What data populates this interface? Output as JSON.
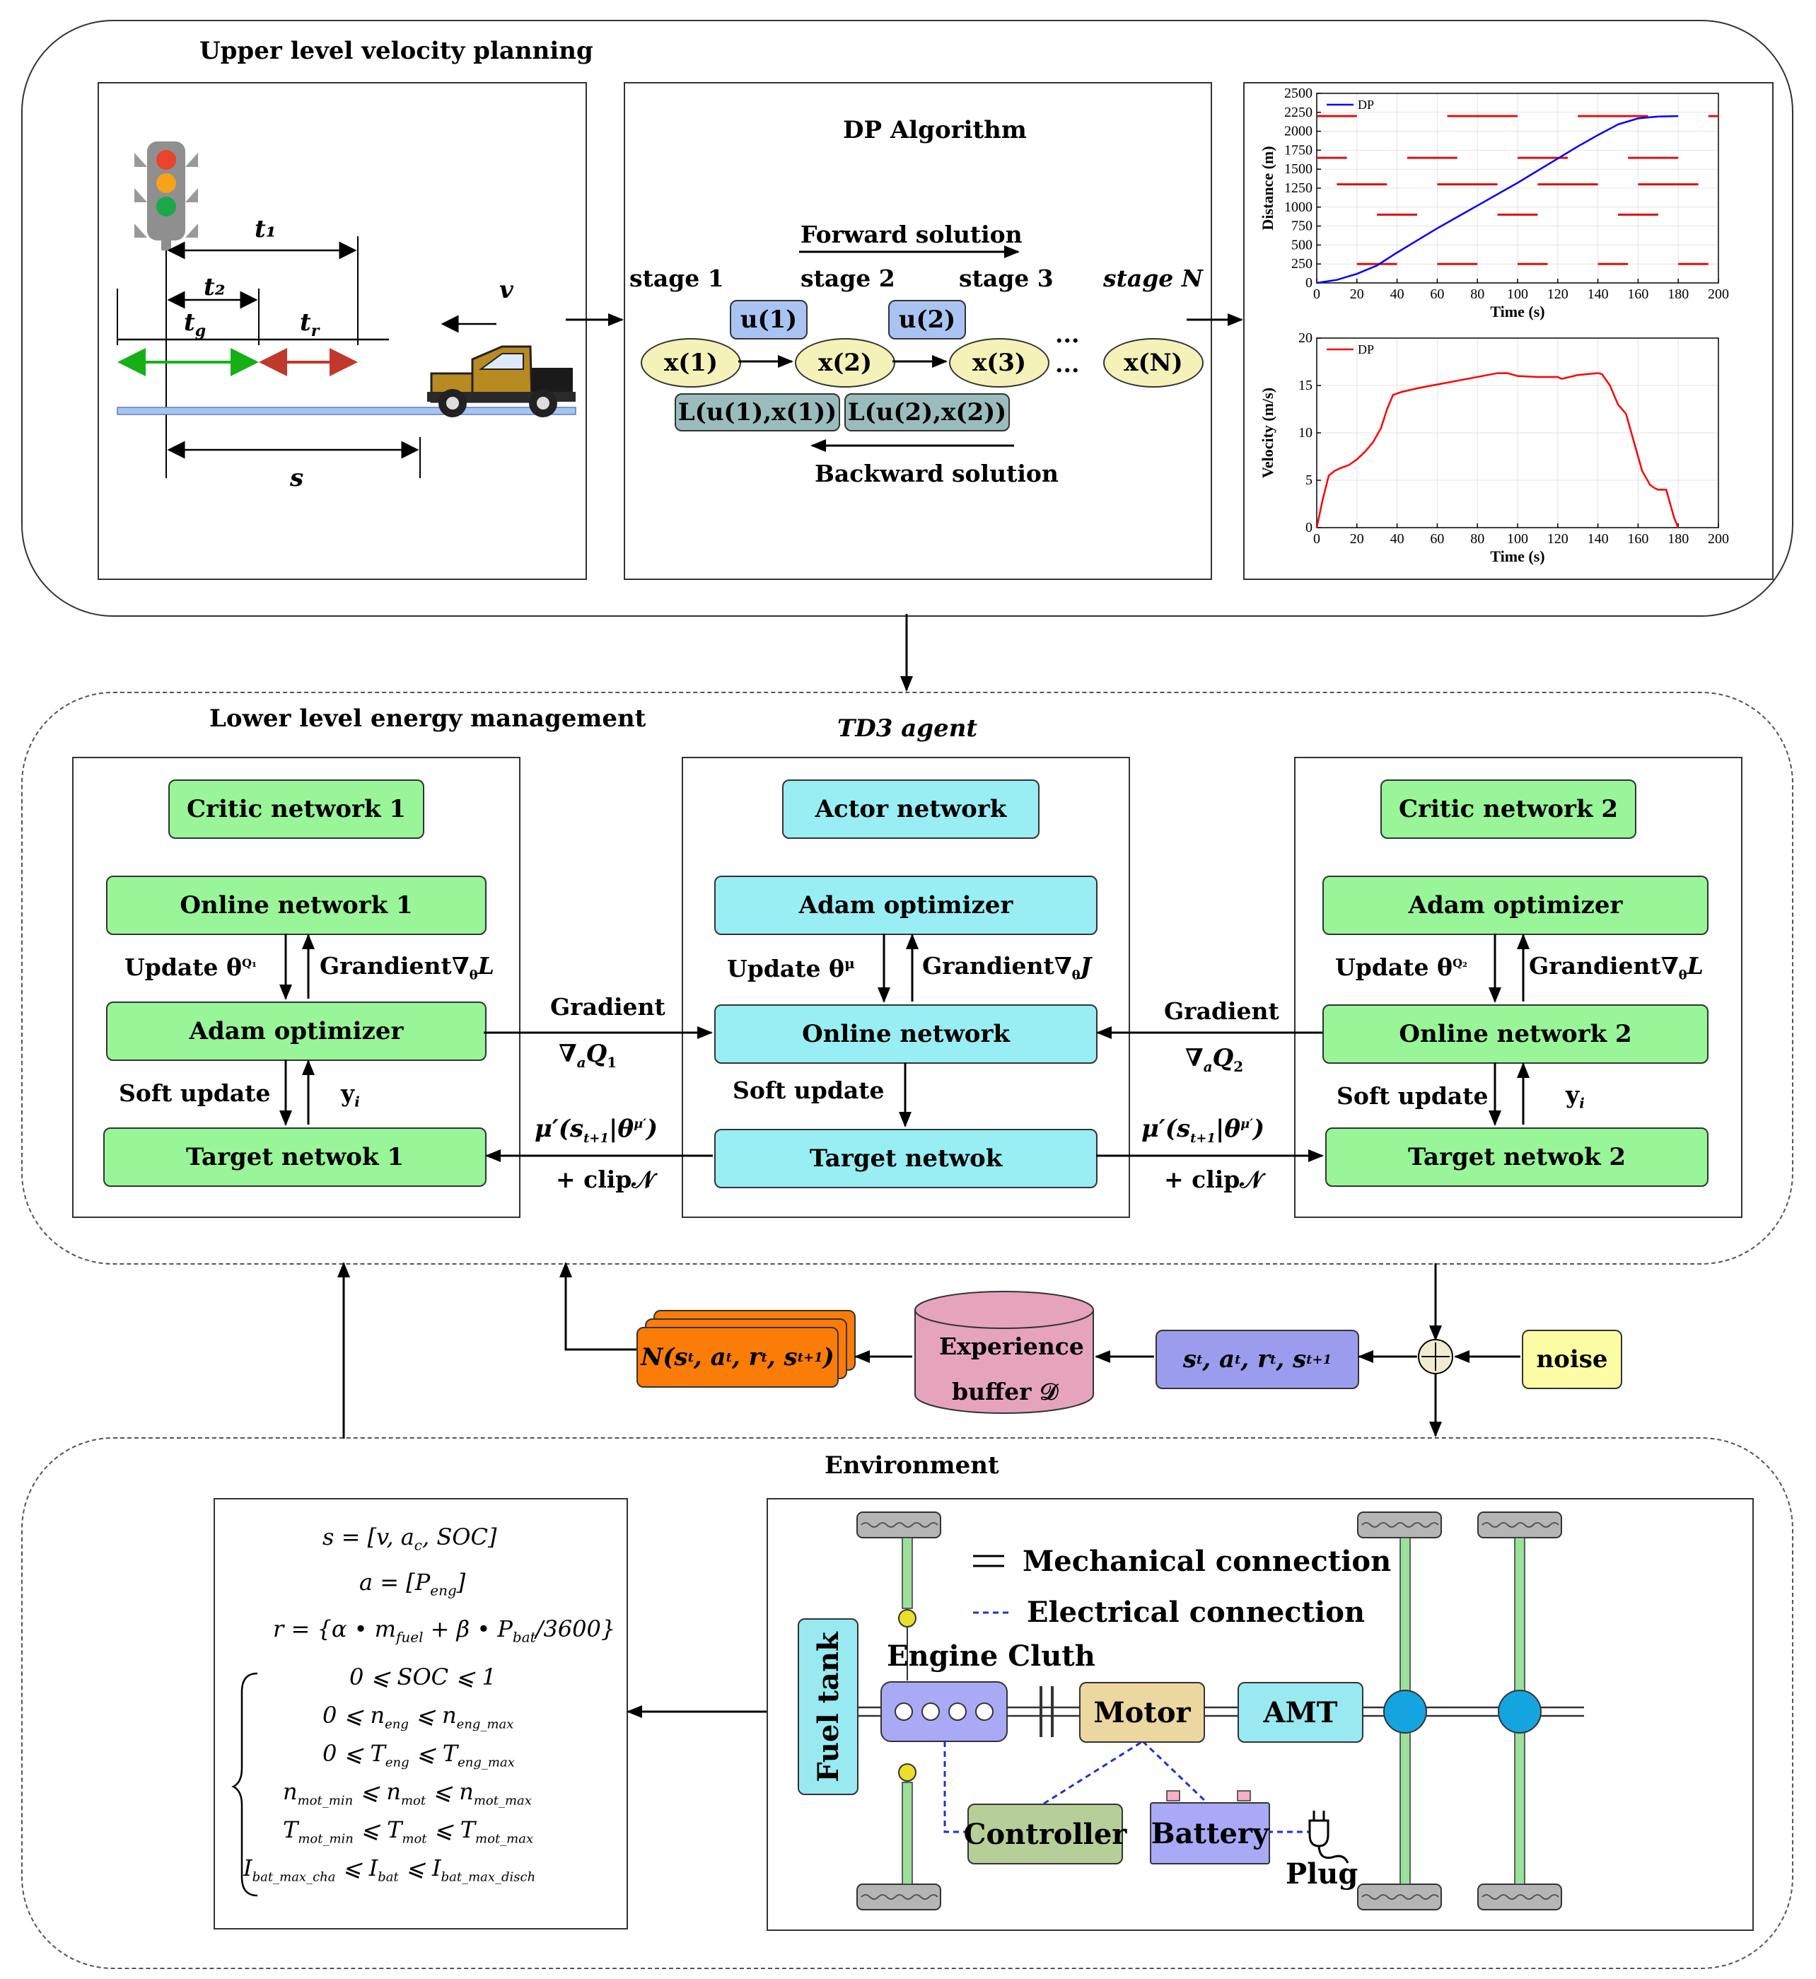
{
  "upper": {
    "title": "Upper level velocity planning",
    "scene": {
      "t1": "t₁",
      "t2": "t₂",
      "tg": "t",
      "tg_sub": "g",
      "tr": "t",
      "tr_sub": "r",
      "v": "v",
      "s": "s"
    },
    "dp": {
      "title": "DP Algorithm",
      "forward": "Forward solution",
      "backward": "Backward solution",
      "stages": [
        "stage 1",
        "stage 2",
        "stage 3",
        "stage N"
      ],
      "controls": [
        "u(1)",
        "u(2)"
      ],
      "states": [
        "x(1)",
        "x(2)",
        "x(3)",
        "x(N)"
      ],
      "costs": [
        "L(u(1),x(1))",
        "L(u(2),x(2))"
      ],
      "ellipsis": "···"
    }
  },
  "chart_data": [
    {
      "type": "line",
      "series": [
        {
          "name": "DP",
          "color": "#0000ff",
          "x": [
            0,
            10,
            20,
            30,
            40,
            50,
            60,
            70,
            80,
            90,
            100,
            110,
            120,
            130,
            140,
            150,
            160,
            170,
            180
          ],
          "y": [
            0,
            40,
            120,
            230,
            400,
            560,
            720,
            870,
            1020,
            1170,
            1320,
            1480,
            1640,
            1800,
            1950,
            2090,
            2170,
            2195,
            2200
          ]
        }
      ],
      "xlabel": "Time (s)",
      "ylabel": "Distance (m)",
      "xlim": [
        0,
        200
      ],
      "ylim": [
        0,
        2500
      ],
      "xticks": [
        0,
        20,
        40,
        60,
        80,
        100,
        120,
        140,
        160,
        180,
        200
      ],
      "yticks": [
        0,
        250,
        500,
        750,
        1000,
        1250,
        1500,
        1750,
        2000,
        2250,
        2500
      ],
      "red_segments": [
        {
          "y": 2200,
          "x": [
            0,
            20
          ]
        },
        {
          "y": 2200,
          "x": [
            65,
            100
          ]
        },
        {
          "y": 2200,
          "x": [
            130,
            165
          ]
        },
        {
          "y": 2200,
          "x": [
            195,
            200
          ]
        },
        {
          "y": 1650,
          "x": [
            0,
            15
          ]
        },
        {
          "y": 1650,
          "x": [
            45,
            70
          ]
        },
        {
          "y": 1650,
          "x": [
            100,
            125
          ]
        },
        {
          "y": 1650,
          "x": [
            155,
            180
          ]
        },
        {
          "y": 1300,
          "x": [
            10,
            35
          ]
        },
        {
          "y": 1300,
          "x": [
            60,
            90
          ]
        },
        {
          "y": 1300,
          "x": [
            110,
            140
          ]
        },
        {
          "y": 1300,
          "x": [
            160,
            190
          ]
        },
        {
          "y": 900,
          "x": [
            30,
            50
          ]
        },
        {
          "y": 900,
          "x": [
            90,
            110
          ]
        },
        {
          "y": 900,
          "x": [
            150,
            170
          ]
        },
        {
          "y": 250,
          "x": [
            20,
            40
          ]
        },
        {
          "y": 250,
          "x": [
            60,
            80
          ]
        },
        {
          "y": 250,
          "x": [
            100,
            115
          ]
        },
        {
          "y": 250,
          "x": [
            140,
            155
          ]
        },
        {
          "y": 250,
          "x": [
            180,
            195
          ]
        }
      ]
    },
    {
      "type": "line",
      "series": [
        {
          "name": "DP",
          "color": "#ff0000",
          "x": [
            0,
            3,
            6,
            9,
            12,
            16,
            20,
            24,
            28,
            32,
            35,
            38,
            42,
            50,
            60,
            70,
            80,
            90,
            95,
            100,
            110,
            120,
            122,
            130,
            135,
            140,
            142,
            146,
            150,
            154,
            158,
            162,
            166,
            168,
            170,
            174,
            176,
            178,
            180
          ],
          "y": [
            0,
            3,
            5.5,
            6,
            6.3,
            6.6,
            7.2,
            8,
            9,
            10.5,
            12.5,
            14,
            14.3,
            14.7,
            15.1,
            15.5,
            15.9,
            16.3,
            16.3,
            16.0,
            15.9,
            15.9,
            15.7,
            16.1,
            16.2,
            16.3,
            16.2,
            15,
            13,
            12,
            9,
            6,
            4.5,
            4.2,
            4.0,
            4.0,
            2.5,
            1,
            0
          ]
        }
      ],
      "xlabel": "Time (s)",
      "ylabel": "Velocity (m/s)",
      "xlim": [
        0,
        200
      ],
      "ylim": [
        0,
        20
      ],
      "xticks": [
        0,
        20,
        40,
        60,
        80,
        100,
        120,
        140,
        160,
        180,
        200
      ],
      "yticks": [
        0,
        5,
        10,
        15,
        20
      ]
    }
  ],
  "lower": {
    "title": "Lower level energy management",
    "agent": "TD3 agent",
    "critic1": {
      "title": "Critic network 1",
      "online": "Online network 1",
      "adam": "Adam optimizer",
      "target": "Target netwok 1",
      "update": "Update θ",
      "update_sup": "Q₁",
      "grad": "Grandient∇",
      "grad_sub": "θ",
      "grad_end": "L",
      "soft": "Soft update",
      "y": "y"
    },
    "actor": {
      "title": "Actor network",
      "adam": "Adam optimizer",
      "online": "Online network",
      "target": "Target netwok",
      "update": "Update θ",
      "update_sup": "μ",
      "grad": "Grandient∇",
      "grad_sub": "θ",
      "grad_end": "J",
      "soft": "Soft update"
    },
    "critic2": {
      "title": "Critic network 2",
      "adam": "Adam optimizer",
      "online": "Online network 2",
      "target": "Target netwok 2",
      "update": "Update θ",
      "update_sup": "Q₂",
      "grad": "Grandient∇",
      "grad_sub": "θ",
      "grad_end": "L",
      "soft": "Soft update",
      "y": "y"
    },
    "gradient_left": {
      "label": "Gradient",
      "expr": "∇",
      "sub": "a",
      "q": "Q",
      "qsub": "1"
    },
    "gradient_right": {
      "label": "Gradient",
      "expr": "∇",
      "sub": "a",
      "q": "Q",
      "qsub": "2"
    },
    "target_left": {
      "expr": "μ′(s",
      "sub": "t+1",
      "rest": "|θ",
      "sup": "μ′",
      "close": ")",
      "clip": "+ clip𝒩"
    },
    "target_right": {
      "expr": "μ′(s",
      "sub": "t+1",
      "rest": "|θ",
      "sup": "μ′",
      "close": ")",
      "clip": "+ clip𝒩"
    }
  },
  "buffer": {
    "minibatch": "N(s",
    "experience_line1": "Experience",
    "experience_line2": "buffer 𝒟",
    "transition": "s",
    "noise": "noise"
  },
  "env": {
    "title": "Environment",
    "equations": {
      "s": "s = [v,  a",
      "s_sub": "c",
      "s_end": ", SOC]",
      "a": "a = [P",
      "a_sub": "eng",
      "a_end": "]",
      "r": "r = {α • m",
      "r_sub1": "fuel",
      "r_mid": " + β • P",
      "r_sub2": "bat",
      "r_end": "/3600}",
      "c1": "0 ⩽ SOC ⩽ 1",
      "c2a": "0 ⩽ n",
      "c2s1": "eng",
      "c2b": " ⩽ n",
      "c2s2": "eng_max",
      "c3a": "0 ⩽ T",
      "c3s1": "eng",
      "c3b": " ⩽ T",
      "c3s2": "eng_max",
      "c4a": "n",
      "c4s1": "mot_min",
      "c4b": " ⩽ n",
      "c4s2": "mot",
      "c4c": " ⩽ n",
      "c4s3": "mot_max",
      "c5a": "T",
      "c5s1": "mot_min",
      "c5b": " ⩽ T",
      "c5s2": "mot",
      "c5c": " ⩽ T",
      "c5s3": "mot_max",
      "c6a": "I",
      "c6s1": "bat_max_cha",
      "c6b": " ⩽ I",
      "c6s2": "bat",
      "c6c": " ⩽ I",
      "c6s3": "bat_max_disch"
    },
    "powertrain": {
      "mech": "Mechanical connection",
      "elec": "Electrical connection",
      "engine_label": "Engine Cluth",
      "fuel": "Fuel tank",
      "motor": "Motor",
      "amt": "AMT",
      "controller": "Controller",
      "battery": "Battery",
      "plug": "Plug"
    }
  }
}
